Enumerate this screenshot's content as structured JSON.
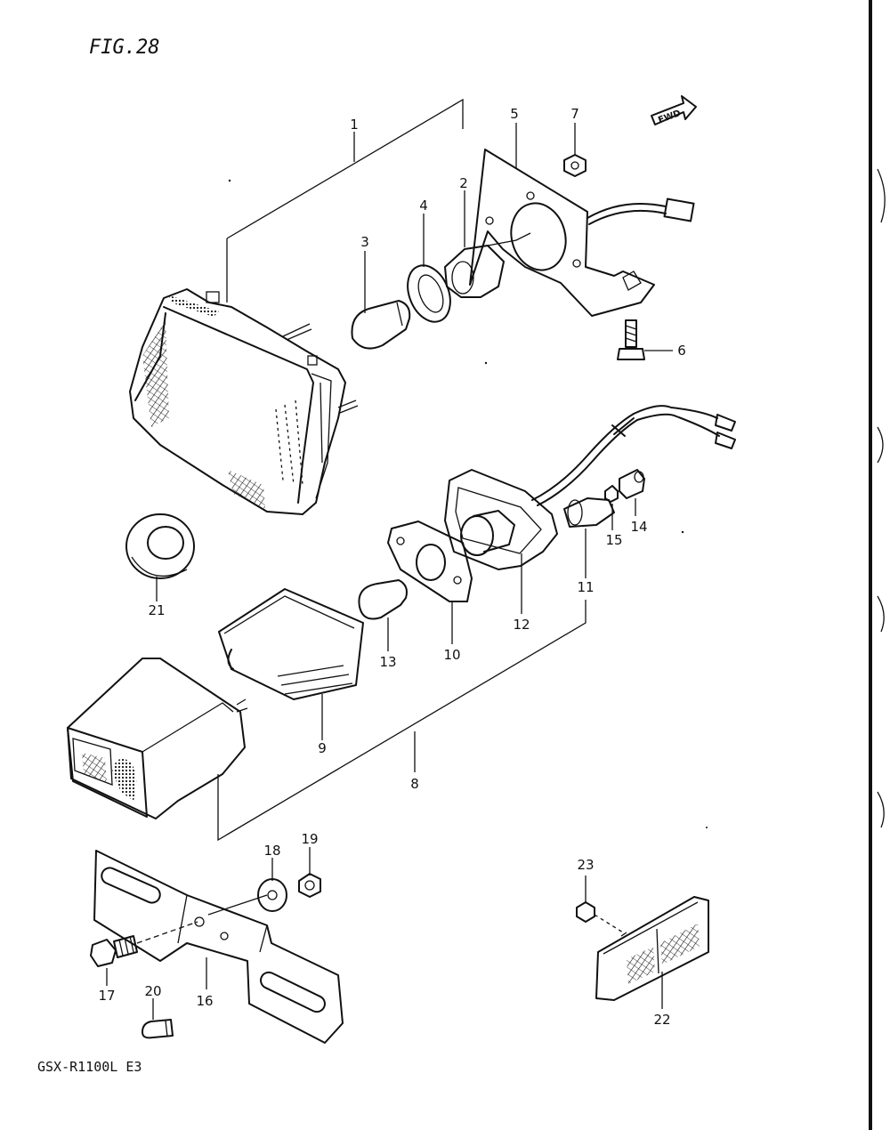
{
  "figure_title": "FIG.28",
  "model_code": "GSX-R1100L E3",
  "fwd_label": "FWD",
  "callouts": [
    "1",
    "2",
    "3",
    "4",
    "5",
    "6",
    "7",
    "8",
    "9",
    "10",
    "11",
    "12",
    "13",
    "14",
    "15",
    "16",
    "17",
    "18",
    "19",
    "20",
    "21",
    "22",
    "23"
  ]
}
